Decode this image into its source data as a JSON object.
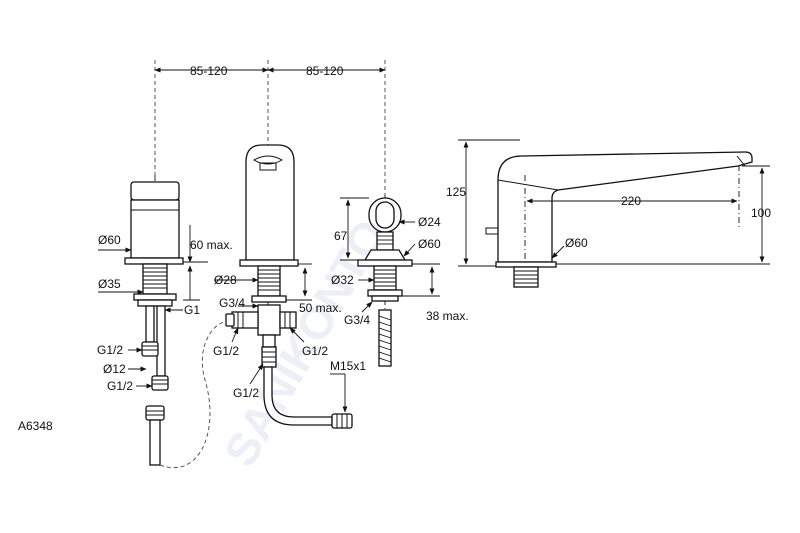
{
  "drawing_code": "A6348",
  "watermark": "SANIKONTO",
  "dimensions": {
    "spacing_left": "85-120",
    "spacing_right": "85-120",
    "d60_left": "Ø60",
    "d35": "Ø35",
    "max60": "60 max.",
    "d28": "Ø28",
    "max50": "50 max.",
    "d24": "Ø24",
    "d60_mid": "Ø60",
    "h67": "67",
    "d32": "Ø32",
    "max38": "38 max.",
    "h125": "125",
    "w220": "220",
    "h100": "100",
    "d60_spout": "Ø60"
  },
  "threads": {
    "g1": "G1",
    "g12_a": "G1/2",
    "d12": "Ø12",
    "g12_b": "G1/2",
    "g34_a": "G3/4",
    "g12_c": "G1/2",
    "g12_d": "G1/2",
    "g12_e": "G1/2",
    "g34_b": "G3/4",
    "m15": "M15x1"
  }
}
